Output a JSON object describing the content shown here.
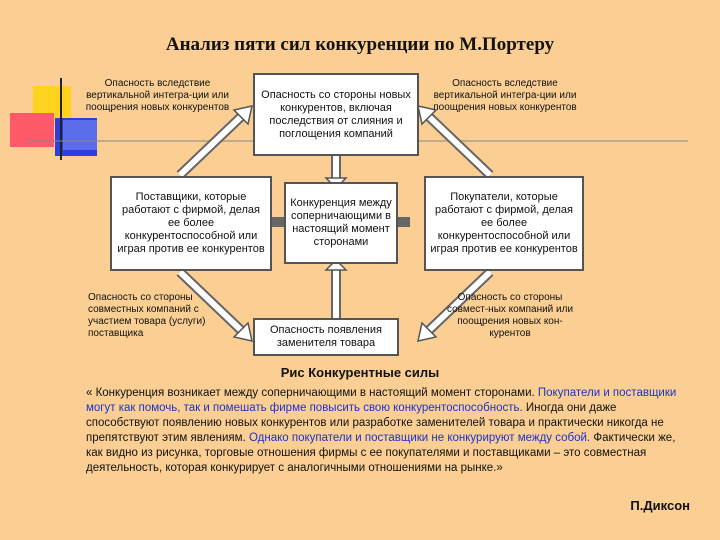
{
  "title": "Анализ пяти сил конкуренции по М.Портеру",
  "boxes": {
    "top": "Опасность со стороны новых конкурентов, включая последствия от слияния и поглощения компаний",
    "left": "Поставщики, которые работают с фирмой, делая ее более конкурентоспособной или играя против ее конкурентов",
    "center": "Конкуренция между соперничающими в настоящий момент сторонами",
    "right": "Покупатели, которые работают с фирмой, делая ее более конкурентоспособной или играя против ее конкурентов",
    "bottom": "Опасность появления заменителя товара"
  },
  "notes": {
    "top_left": "Опасность вследствие вертикальной интегра-ции или поощрения новых конкурентов",
    "top_right": "Опасность вследствие вертикальной интегра-ции или поощрения новых конкурентов",
    "bottom_left": "Опасность со стороны совместных компаний с участием товара (услуги) поставщика",
    "bottom_right": "Опасность со стороны совмест-ных компаний или поощрения новых кон-курентов"
  },
  "caption": "Рис Конкурентные силы",
  "quote": {
    "part1": "« Конкуренция возникает между соперничающими в настоящий момент сторонами.",
    "part2_blue": "Покупатели и поставщики могут как помочь, так и помешать фирме повысить свою конкурентоспособность.",
    "part3": "Иногда они даже способствуют появлению новых конкурентов или разработке заменителей товара и практически никогда не препятствуют этим явлениям.",
    "part4_blue": "Однако покупатели и поставщики не конкурируют между собой.",
    "part5": "Фактически же, как видно из рисунка, торговые отношения фирмы с ее покупателями и поставщиками – это совместная деятельность, которая конкурирует с аналогичными отношениями на рынке.»"
  },
  "author": "П.Диксон",
  "colors": {
    "background": "#fbcf94",
    "accent_blue": "#1a33c8",
    "deco_yellow": "#ffd21e",
    "deco_red": "#ff5a6a",
    "deco_blue": "#2d3fe0"
  }
}
